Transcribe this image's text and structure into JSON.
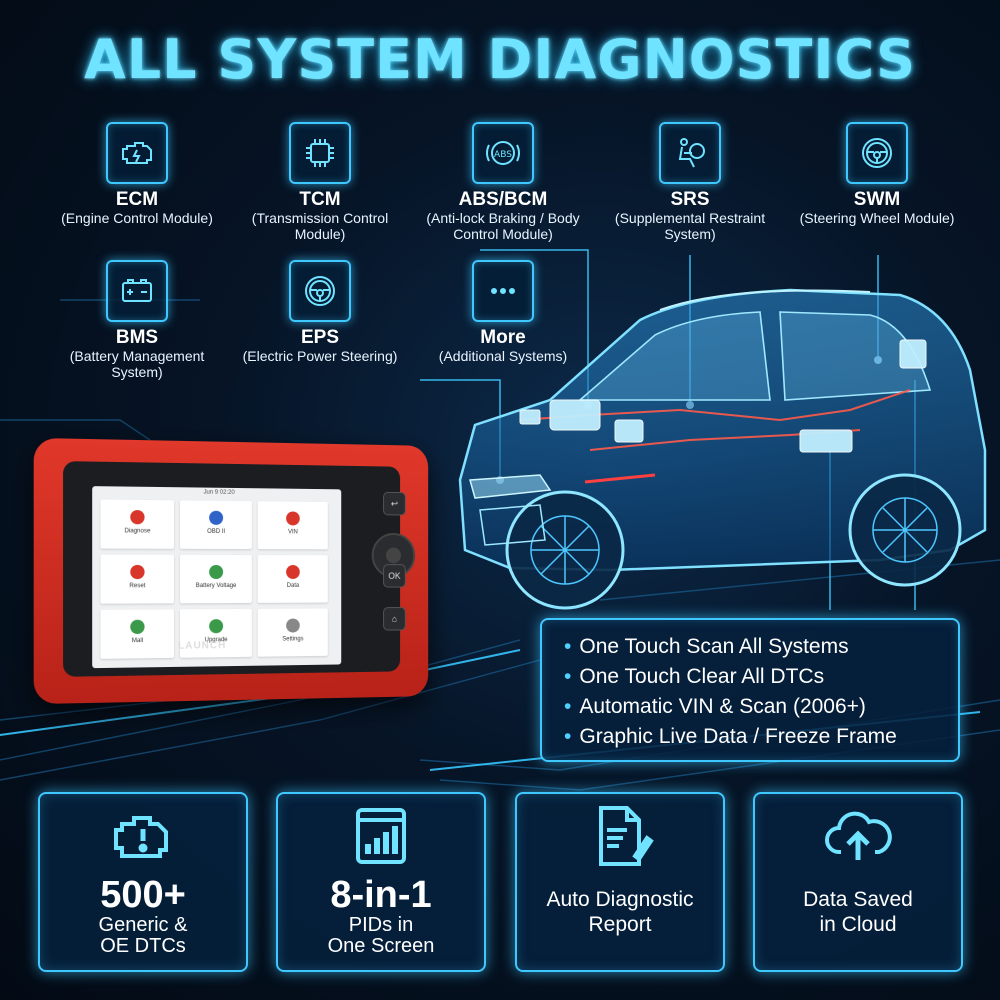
{
  "title": "ALL SYSTEM DIAGNOSTICS",
  "systems": [
    {
      "name": "ECM",
      "desc": "(Engine Control Module)",
      "icon": "engine-icon"
    },
    {
      "name": "TCM",
      "desc": "(Transmission Control Module)",
      "icon": "chip-icon"
    },
    {
      "name": "ABS/BCM",
      "desc": "(Anti-lock Braking / Body Control Module)",
      "icon": "abs-icon"
    },
    {
      "name": "SRS",
      "desc": "(Supplemental Restraint System)",
      "icon": "airbag-icon"
    },
    {
      "name": "SWM",
      "desc": "(Steering Wheel Module)",
      "icon": "steering-wheel-icon"
    },
    {
      "name": "BMS",
      "desc": "(Battery Management System)",
      "icon": "battery-icon"
    },
    {
      "name": "EPS",
      "desc": "(Electric Power Steering)",
      "icon": "steering-wheel-icon"
    },
    {
      "name": "More",
      "desc": "(Additional Systems)",
      "icon": "more-icon"
    }
  ],
  "scanner": {
    "brand": "LAUNCH",
    "status": "Jun 9  02:20",
    "ok_label": "OK",
    "tiles": [
      "Diagnose",
      "OBD II",
      "VIN",
      "Reset",
      "Battery Voltage",
      "Data",
      "Mall",
      "Upgrade",
      "Settings"
    ]
  },
  "features": [
    "One Touch Scan All Systems",
    "One Touch Clear All DTCs",
    "Automatic VIN & Scan (2006+)",
    "Graphic Live Data / Freeze Frame"
  ],
  "cards": [
    {
      "big": "500+",
      "small1": "Generic &",
      "small2": "OE DTCs",
      "icon": "check-engine-icon"
    },
    {
      "big": "8-in-1",
      "small1": "PIDs in",
      "small2": "One Screen",
      "icon": "bar-chart-icon"
    },
    {
      "line1": "Auto Diagnostic",
      "line2": "Report",
      "icon": "report-icon"
    },
    {
      "line1": "Data Saved",
      "line2": "in Cloud",
      "icon": "cloud-upload-icon"
    }
  ],
  "colors": {
    "accent": "#3fc8ff",
    "glow": "#6fe3ff",
    "scanner": "#d92e22",
    "background": "#061426"
  }
}
